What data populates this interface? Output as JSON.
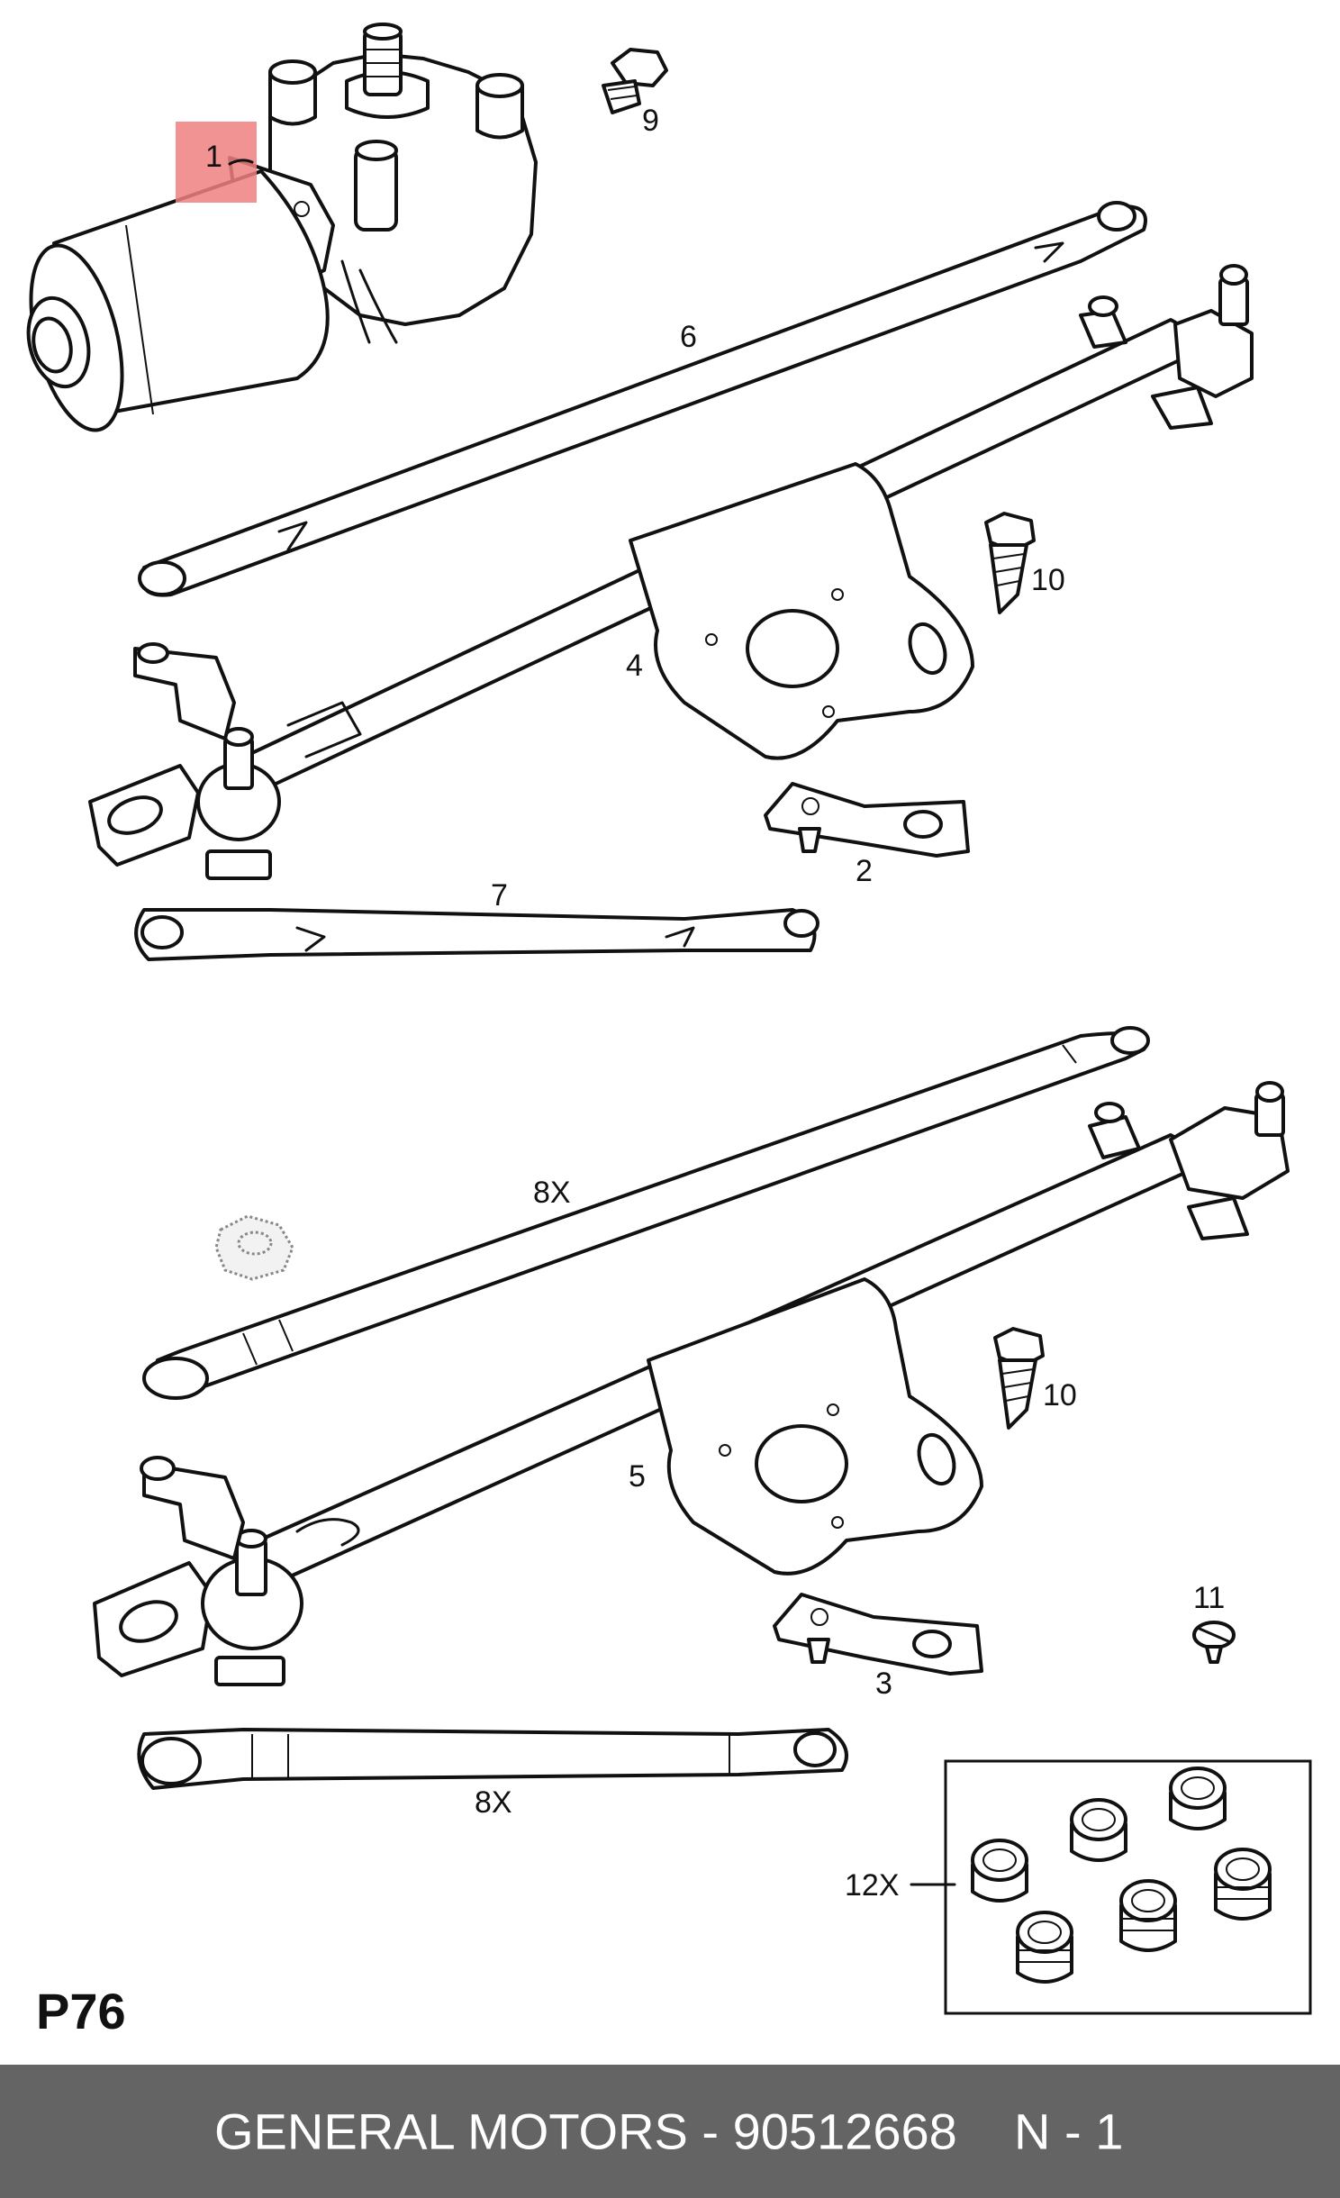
{
  "diagram": {
    "callouts": {
      "c1": "1",
      "c2": "2",
      "c3": "3",
      "c4": "4",
      "c5": "5",
      "c6": "6",
      "c7": "7",
      "c8a": "8X",
      "c8b": "8X",
      "c9": "9",
      "c10a": "10",
      "c10b": "10",
      "c11": "11",
      "c12": "12X"
    },
    "highlight_color": "#f08080"
  },
  "page_code": "P76",
  "footer": {
    "text": "GENERAL MOTORS - 90512668",
    "count": "N - 1",
    "background": "#646464",
    "color": "#ffffff"
  }
}
